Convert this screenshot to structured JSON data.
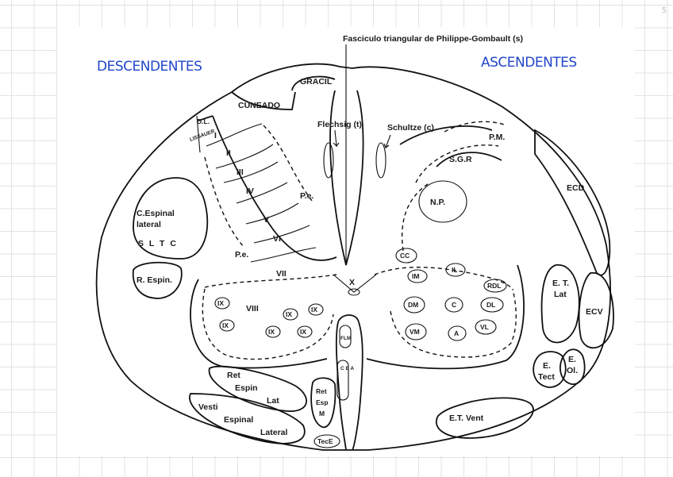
{
  "page_number": "5",
  "annotations": {
    "left": "DESCENDENTES",
    "right": "ASCENDENTES"
  },
  "title": "Fasciculo triangular de Philippe-Gombault (s)",
  "posterior": {
    "gracil": "GRACIL",
    "cuneado": "CUNEADO",
    "flechsig": "Flechsig (t)",
    "schultze": "Schultze (c)",
    "dl": "D.L.",
    "lissauer": "LISSAUER"
  },
  "laminae": {
    "i": "I",
    "ii": "II",
    "iii": "III",
    "iv": "IV",
    "v": "V",
    "vi": "VI",
    "vii": "VII",
    "viii": "VIII",
    "x": "X",
    "ix": "IX",
    "pe": "P.e."
  },
  "right_nuclei": {
    "pm": "P.M.",
    "sgr": "S.G.R",
    "np": "N.P.",
    "cc": "CC",
    "im": "IM",
    "il": "IL",
    "rdl": "RDL",
    "dm": "DM",
    "c": "C",
    "dl": "DL",
    "vm": "VM",
    "a": "A",
    "vl": "VL"
  },
  "left_tracts": {
    "c_espinal_1": "C.Espinal",
    "c_espinal_2": "lateral",
    "sltc": "S L T C",
    "r_espin": "R. Espin.",
    "ret_espin_lat_1": "Ret",
    "ret_espin_lat_2": "Espin",
    "ret_espin_lat_3": "Lat",
    "vesti_1": "Vesti",
    "vesti_2": "Espinal",
    "vesti_3": "Lateral",
    "ret_esp_m_1": "Ret",
    "ret_esp_m_2": "Esp",
    "ret_esp_m_3": "M",
    "tece": "TecE",
    "cea": "C E A",
    "fl": "FLM"
  },
  "right_tracts": {
    "ecd": "ECD",
    "et_lat_1": "E. T.",
    "et_lat_2": "Lat",
    "ecv": "ECV",
    "e_tect_1": "E.",
    "e_tect_2": "Tect",
    "e_ol_1": "E.",
    "e_ol_2": "Ol.",
    "et_vent": "E.T. Vent"
  }
}
